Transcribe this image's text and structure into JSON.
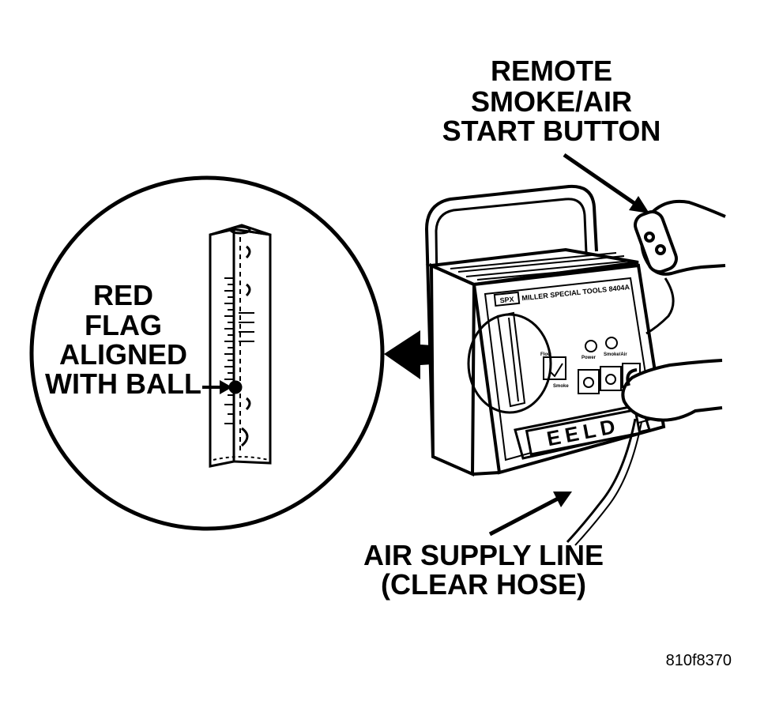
{
  "labels": {
    "remote_button": [
      "REMOTE",
      "SMOKE/AIR",
      "START BUTTON"
    ],
    "red_flag": [
      "RED",
      "FLAG",
      "ALIGNED",
      "WITH BALL"
    ],
    "air_supply": [
      "AIR SUPPLY LINE",
      "(CLEAR HOSE)"
    ],
    "figure_code": "810f8370"
  },
  "device": {
    "brand_badge": "SPX",
    "panel_title": "MILLER SPECIAL TOOLS 8404A",
    "logo": "EELD",
    "small_labels": [
      "Power",
      "Smoke/Air",
      "Flow",
      "Smoke"
    ]
  },
  "colors": {
    "ink": "#000000",
    "paper": "#ffffff"
  }
}
